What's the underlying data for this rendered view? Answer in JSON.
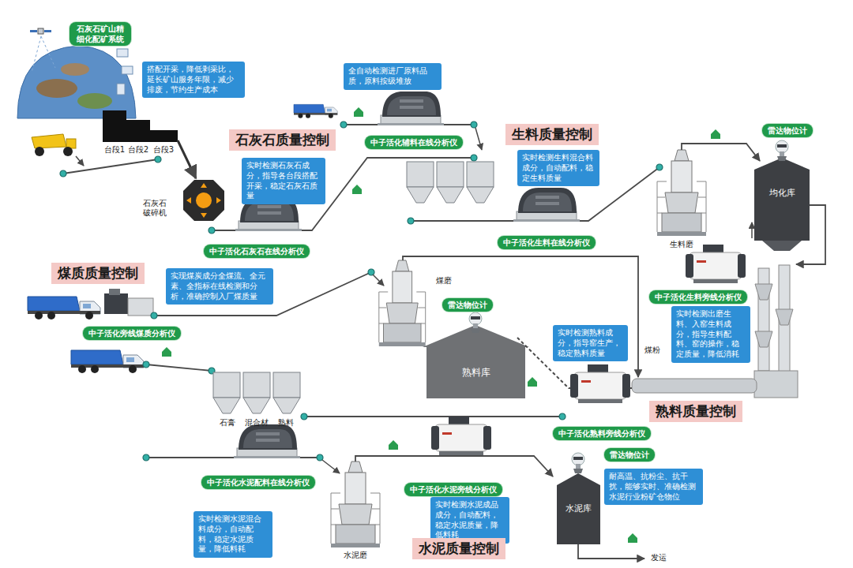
{
  "diagram": {
    "nodes": [
      {
        "text": [
          "石灰石矿山精细化配矿系统"
        ]
      },
      {
        "text": [
          "搭配开采，降低剥采比，延长矿山服务年限，减少排废，节约生产成本"
        ]
      },
      {
        "text": [
          "石灰石质量控制"
        ]
      },
      {
        "text": [
          "实时检测石灰石成分，指导各台段搭配开采，稳定石灰石质量"
        ]
      },
      {
        "text": [
          "中子活化石灰石在线分析仪"
        ]
      },
      {
        "text": [
          "全自动检测进厂原料品质，原料按级堆放"
        ]
      },
      {
        "text": [
          "中子活化辅料在线分析仪"
        ]
      },
      {
        "text": [
          "生料质量控制"
        ]
      },
      {
        "text": [
          "实时检测生料混合料成分，自动配料，稳定生料质量"
        ]
      },
      {
        "text": [
          "中子活化生料在线分析仪"
        ]
      },
      {
        "text": [
          "雷达物位计"
        ]
      },
      {
        "text": [
          "均化库"
        ]
      },
      {
        "text": [
          "煤质质量控制"
        ]
      },
      {
        "text": [
          "实现煤炭成分全煤流、全元素、全指标在线检测和分析，准确控制入厂煤质量"
        ]
      },
      {
        "text": [
          "中子活化生料旁线分析仪"
        ]
      },
      {
        "text": [
          "实时检测出磨生料、入窑生料成分，指导生料配料、窑的操作，稳定质量，降低消耗"
        ]
      },
      {
        "text": [
          "中子活化旁线煤质分析仪"
        ]
      },
      {
        "text": [
          "雷达物位计"
        ]
      },
      {
        "text": [
          "熟料库"
        ]
      },
      {
        "text": [
          "实时检测熟料成分，指导窑生产，稳定熟料质量"
        ]
      },
      {
        "text": [
          "熟料质量控制"
        ]
      },
      {
        "text": [
          "中子活化熟料旁线分析仪"
        ]
      },
      {
        "text": [
          "中子活化水泥配料在线分析仪"
        ]
      },
      {
        "text": [
          "实时检测水泥混合料成分，自动配料，稳定水泥质量，降低料耗"
        ]
      },
      {
        "text": [
          "中子活化水泥旁线分析仪"
        ]
      },
      {
        "text": [
          "实时检测水泥成品成分，自动配料，稳定水泥质量，降低料耗"
        ]
      },
      {
        "text": [
          "雷达物位计"
        ]
      },
      {
        "text": [
          "耐高温、抗粉尘、抗干扰，能够实时、准确检测水泥行业粉矿仓物位"
        ]
      },
      {
        "text": [
          "水泥库"
        ]
      },
      {
        "text": [
          "水泥质量控制"
        ]
      }
    ],
    "labels": [
      "台段1",
      "台段2",
      "台段3",
      "石灰石破碎机",
      "生料磨",
      "煤磨",
      "煤粉",
      "石膏",
      "混合材",
      "熟料",
      "水泥磨",
      "发运"
    ]
  }
}
